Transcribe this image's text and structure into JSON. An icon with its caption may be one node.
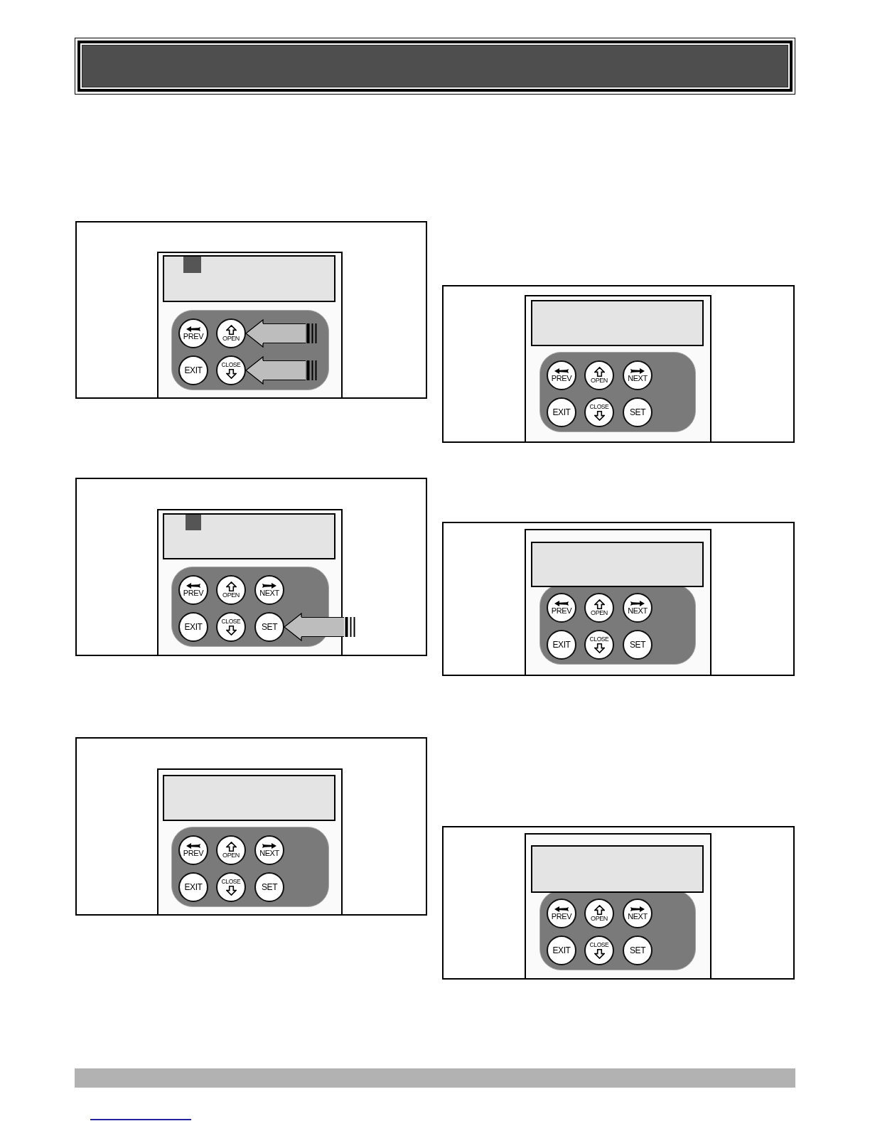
{
  "diagram": {
    "nodes": [
      {
        "text": [],
        "shape": "box"
      },
      {
        "text": [],
        "shape": "box",
        "in": 0
      },
      {
        "text": [],
        "shape": "box",
        "in": 1
      },
      {
        "text": [],
        "shape": "box",
        "in": 1
      },
      {
        "text": [
          "PREV"
        ],
        "in": 3
      },
      {
        "text": [
          "OPEN"
        ],
        "in": 3
      },
      {
        "text": [
          "EXIT"
        ],
        "in": 3
      },
      {
        "text": [
          "CLOSE"
        ],
        "in": 3
      },
      {
        "text": [],
        "shape": "box"
      },
      {
        "text": [],
        "shape": "box",
        "in": 8
      },
      {
        "text": [],
        "shape": "box",
        "in": 9
      },
      {
        "text": [],
        "shape": "box",
        "in": 9
      },
      {
        "text": [
          "PREV"
        ],
        "in": 11
      },
      {
        "text": [
          "OPEN"
        ],
        "in": 11
      },
      {
        "text": [
          "NEXT"
        ],
        "in": 11
      },
      {
        "text": [
          "EXIT"
        ],
        "in": 11
      },
      {
        "text": [
          "CLOSE"
        ],
        "in": 11
      },
      {
        "text": [
          "SET"
        ],
        "in": 11
      },
      {
        "text": [],
        "shape": "box"
      },
      {
        "text": [],
        "shape": "box",
        "in": 18
      },
      {
        "text": [],
        "shape": "box",
        "in": 19
      },
      {
        "text": [],
        "shape": "box",
        "in": 19
      },
      {
        "text": [
          "PREV"
        ],
        "in": 21
      },
      {
        "text": [
          "OPEN"
        ],
        "in": 21
      },
      {
        "text": [
          "NEXT"
        ],
        "in": 21
      },
      {
        "text": [
          "EXIT"
        ],
        "in": 21
      },
      {
        "text": [
          "CLOSE"
        ],
        "in": 21
      },
      {
        "text": [
          "SET"
        ],
        "in": 21
      },
      {
        "text": [],
        "shape": "box"
      },
      {
        "text": [],
        "shape": "box",
        "in": 28
      },
      {
        "text": [],
        "shape": "box",
        "in": 29
      },
      {
        "text": [],
        "shape": "box",
        "in": 29
      },
      {
        "text": [
          "PREV"
        ],
        "in": 31
      },
      {
        "text": [
          "OPEN"
        ],
        "in": 31
      },
      {
        "text": [
          "NEXT"
        ],
        "in": 31
      },
      {
        "text": [
          "EXIT"
        ],
        "in": 31
      },
      {
        "text": [
          "CLOSE"
        ],
        "in": 31
      },
      {
        "text": [
          "SET"
        ],
        "in": 31
      },
      {
        "text": [],
        "shape": "box"
      },
      {
        "text": [],
        "shape": "box",
        "in": 38
      },
      {
        "text": [],
        "shape": "box",
        "in": 39
      },
      {
        "text": [],
        "shape": "box",
        "in": 39
      },
      {
        "text": [
          "PREV"
        ],
        "in": 41
      },
      {
        "text": [
          "OPEN"
        ],
        "in": 41
      },
      {
        "text": [
          "NEXT"
        ],
        "in": 41
      },
      {
        "text": [
          "EXIT"
        ],
        "in": 41
      },
      {
        "text": [
          "CLOSE"
        ],
        "in": 41
      },
      {
        "text": [
          "SET"
        ],
        "in": 41
      },
      {
        "text": [],
        "shape": "box"
      },
      {
        "text": [],
        "shape": "box",
        "in": 48
      },
      {
        "text": [],
        "shape": "box",
        "in": 49
      },
      {
        "text": [],
        "shape": "box",
        "in": 49
      },
      {
        "text": [
          "PREV"
        ],
        "in": 51
      },
      {
        "text": [
          "OPEN"
        ],
        "in": 51
      },
      {
        "text": [
          "NEXT"
        ],
        "in": 51
      },
      {
        "text": [
          "EXIT"
        ],
        "in": 51
      },
      {
        "text": [
          "CLOSE"
        ],
        "in": 51
      },
      {
        "text": [
          "SET"
        ],
        "in": 51
      }
    ],
    "edges": [
      {
        "from": null,
        "to": 5,
        "arrow": "to"
      },
      {
        "from": null,
        "to": 7,
        "arrow": "to"
      },
      {
        "from": null,
        "to": 17,
        "arrow": "to"
      }
    ]
  }
}
